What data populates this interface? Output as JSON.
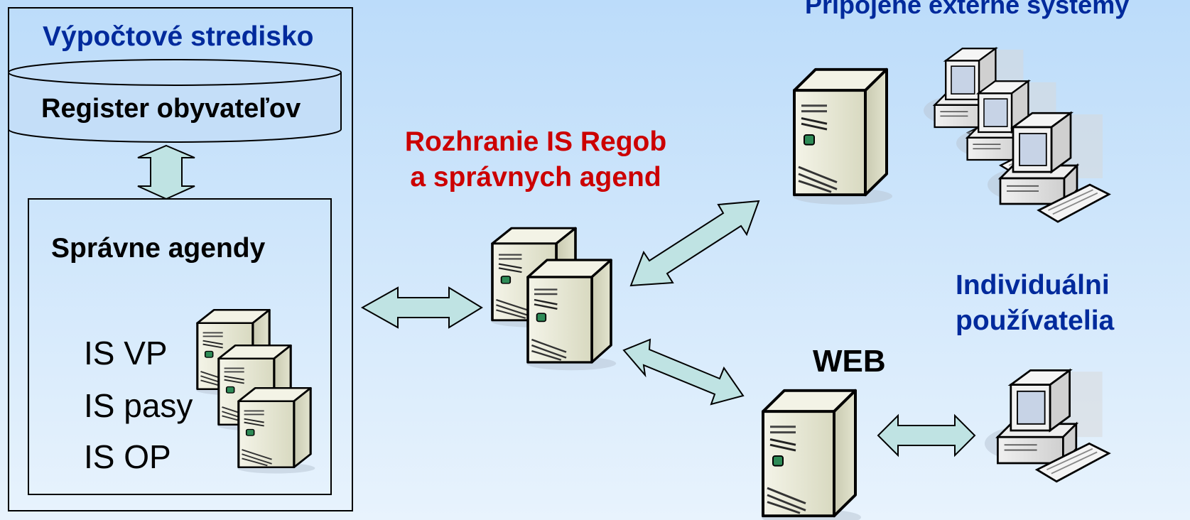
{
  "computing_center": {
    "title": "Výpočtové stredisko",
    "database_label": "Register obyvateľov",
    "agendas": {
      "title": "Správne agendy",
      "systems": [
        "IS VP",
        "IS pasy",
        "IS OP"
      ]
    }
  },
  "interface": {
    "line1": "Rozhranie IS Regob",
    "line2": "a správnych agend"
  },
  "external_systems": {
    "title": "Pripojené externé systémy"
  },
  "individual_users": {
    "line1": "Individuálni",
    "line2": "používatelia"
  },
  "web": {
    "label": "WEB"
  },
  "colors": {
    "title_blue": "#002a9c",
    "interface_red": "#cc0000",
    "arrow_fill": "#bfe3e3",
    "server_fill": "#e9ead6"
  }
}
